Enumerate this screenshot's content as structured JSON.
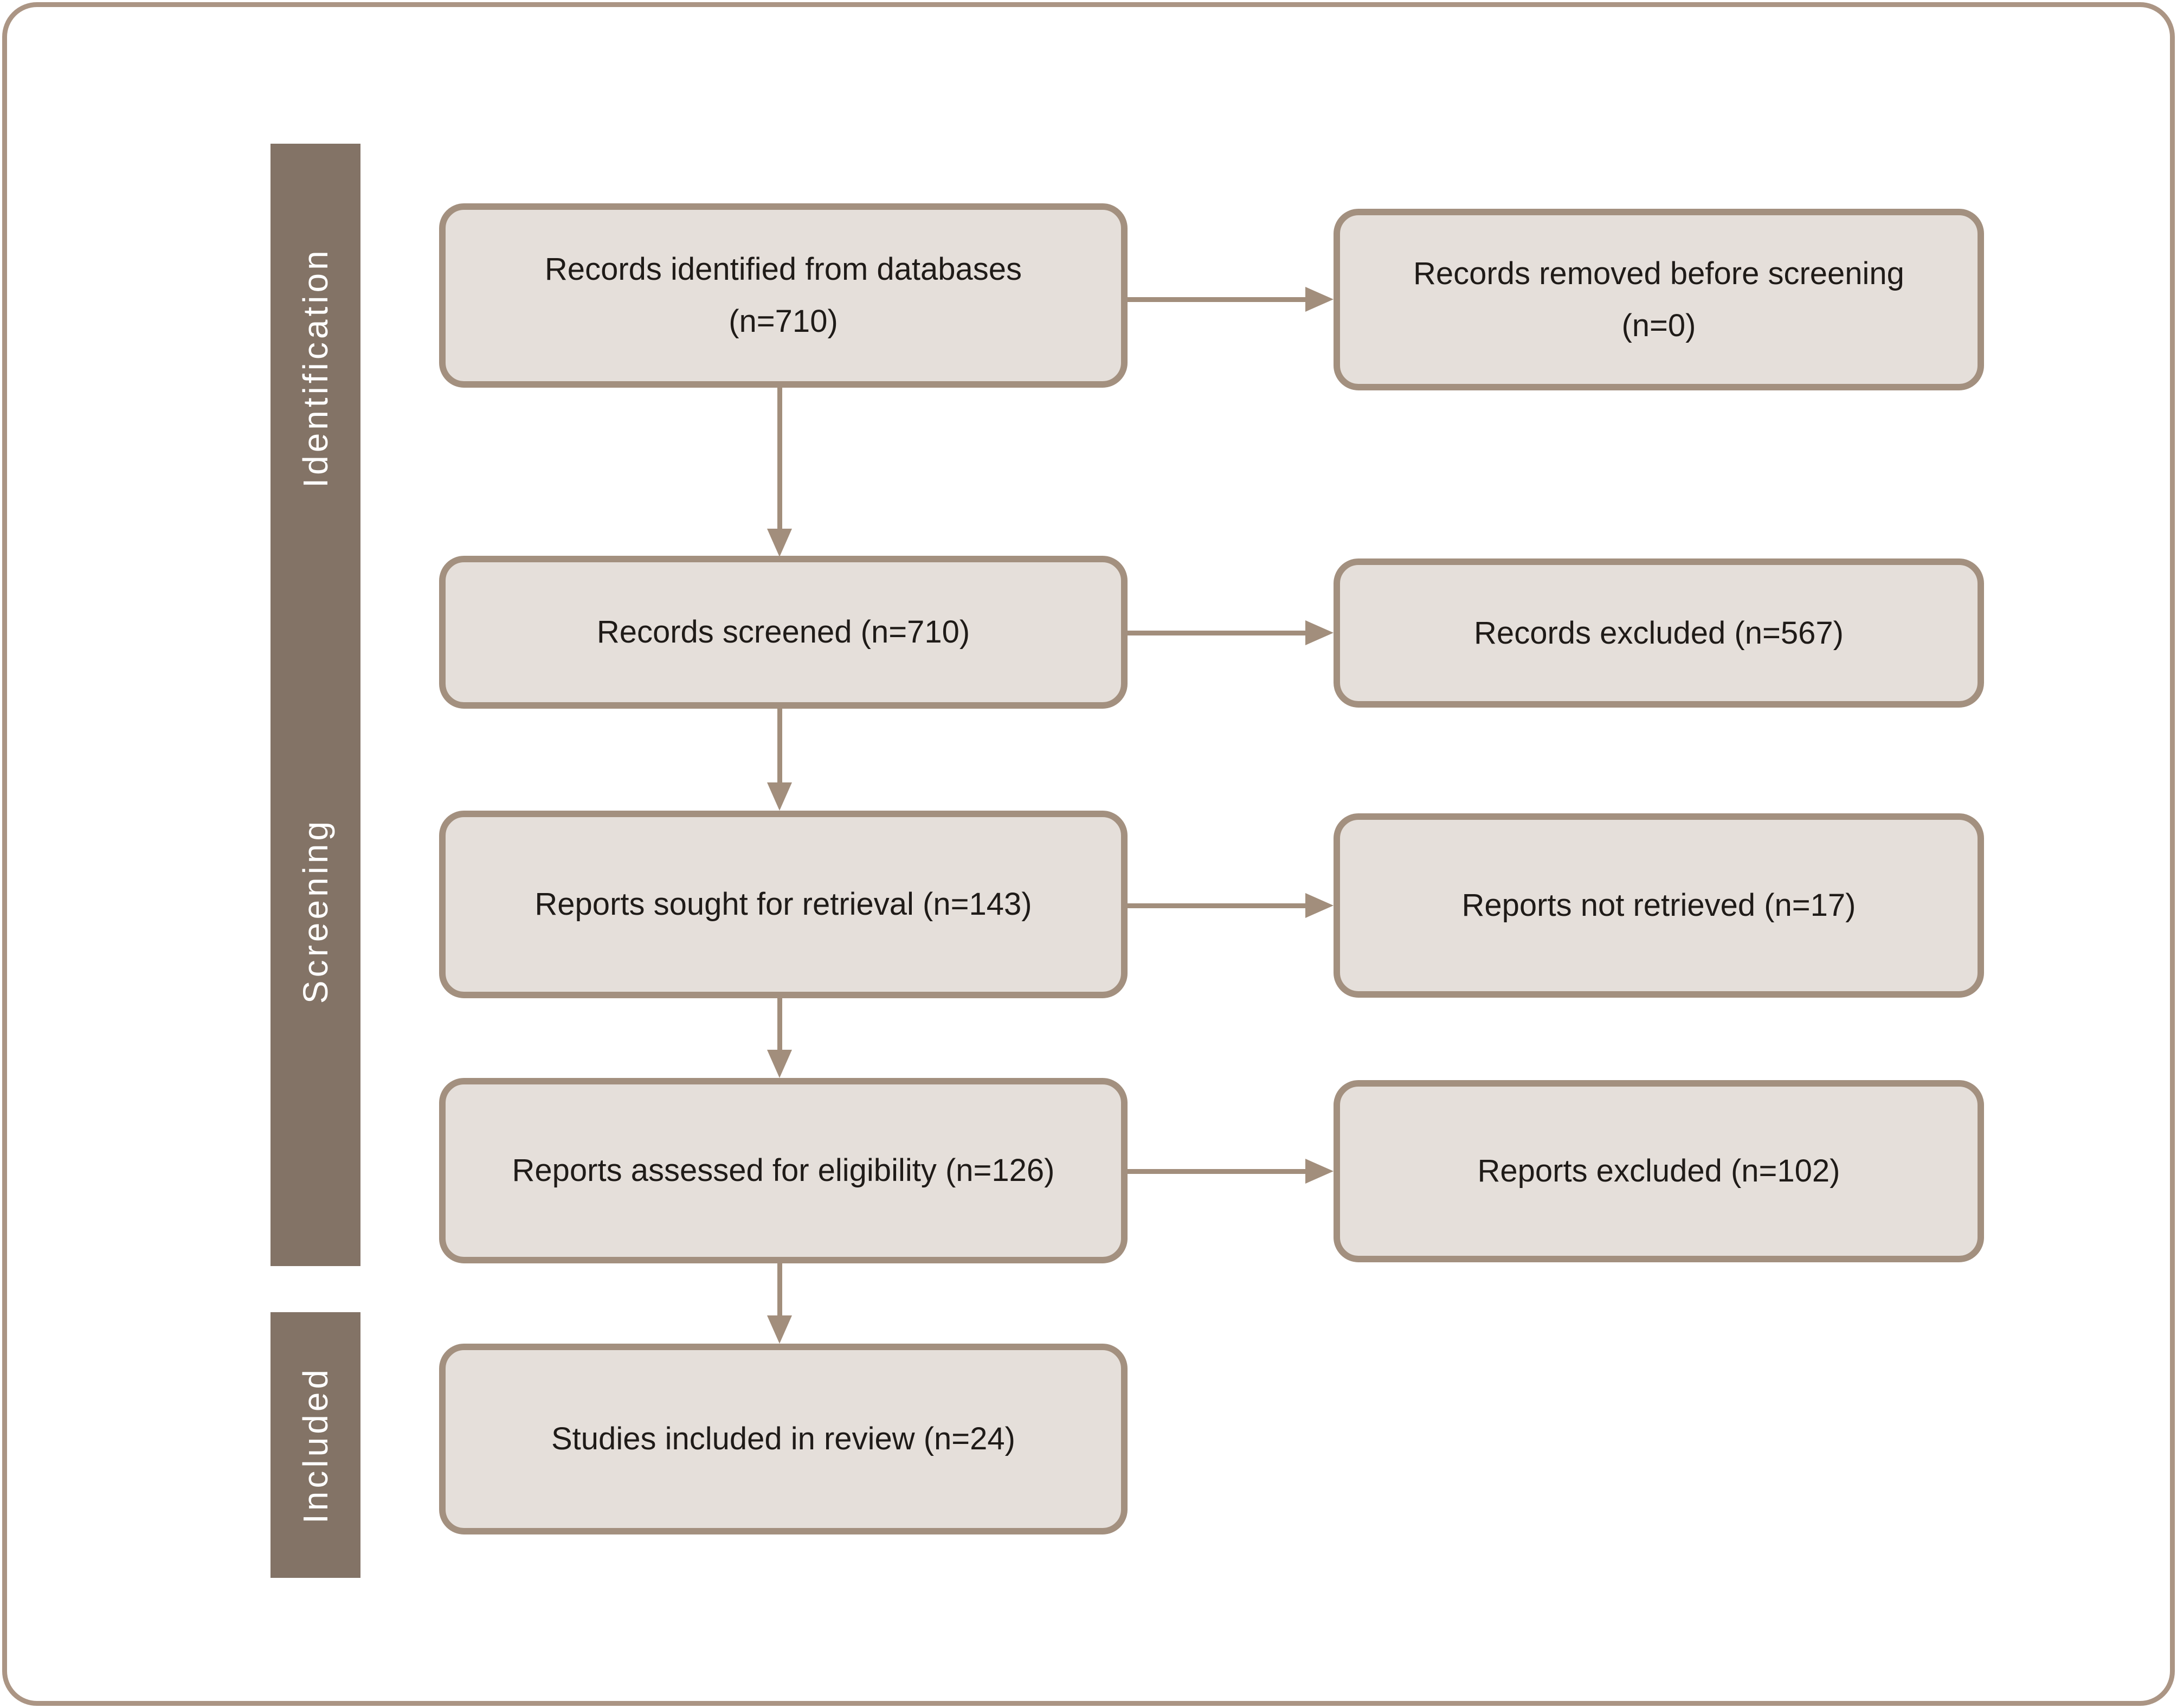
{
  "palette": {
    "frame_border": "#ab9584",
    "bar_fill": "#837366",
    "bar_text": "#ffffff",
    "box_fill": "#e5dfda",
    "box_border": "#a3907f",
    "arrow": "#a28e7c",
    "text": "#1f1b18"
  },
  "stages": [
    {
      "label": "Identification"
    },
    {
      "label": "Screening"
    },
    {
      "label": "Included"
    }
  ],
  "boxes": {
    "identified": {
      "lines": [
        "Records identified from databases",
        "(n=710)"
      ]
    },
    "removed": {
      "lines": [
        "Records removed before screening",
        "(n=0)"
      ]
    },
    "screened": {
      "lines": [
        "Records screened (n=710)"
      ]
    },
    "excluded_records": {
      "lines": [
        "Records excluded (n=567)"
      ]
    },
    "sought": {
      "lines": [
        "Reports sought for retrieval (n=143)"
      ]
    },
    "not_retrieved": {
      "lines": [
        "Reports not retrieved (n=17)"
      ]
    },
    "assessed": {
      "lines": [
        "Reports assessed for eligibility (n=126)"
      ]
    },
    "excluded_reports": {
      "lines": [
        "Reports excluded (n=102)"
      ]
    },
    "included": {
      "lines": [
        "Studies included in review (n=24)"
      ]
    }
  }
}
